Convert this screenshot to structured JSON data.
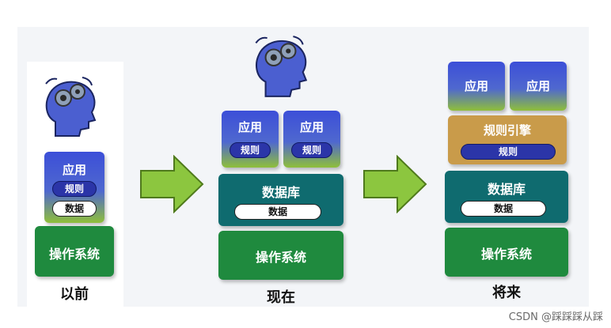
{
  "stages": [
    {
      "caption": "以前",
      "app_label": "应用",
      "rules_label": "规则",
      "data_label": "数据",
      "os_label": "操作系统"
    },
    {
      "caption": "现在",
      "app1_label": "应用",
      "app2_label": "应用",
      "rules1_label": "规则",
      "rules2_label": "规则",
      "db_label": "数据库",
      "data_label": "数据",
      "os_label": "操作系统"
    },
    {
      "caption": "将来",
      "app1_label": "应用",
      "app2_label": "应用",
      "engine_label": "规则引擎",
      "rules_label": "规则",
      "db_label": "数据库",
      "data_label": "数据",
      "os_label": "操作系统"
    }
  ],
  "watermark": "CSDN @踩踩踩从踩",
  "colors": {
    "app_top": "#3c4fd8",
    "app_bottom": "#8fbf3a",
    "os": "#1f8a3e",
    "db": "#0f6b6f",
    "engine": "#c99b4a",
    "arrow": "#8cc63f"
  }
}
